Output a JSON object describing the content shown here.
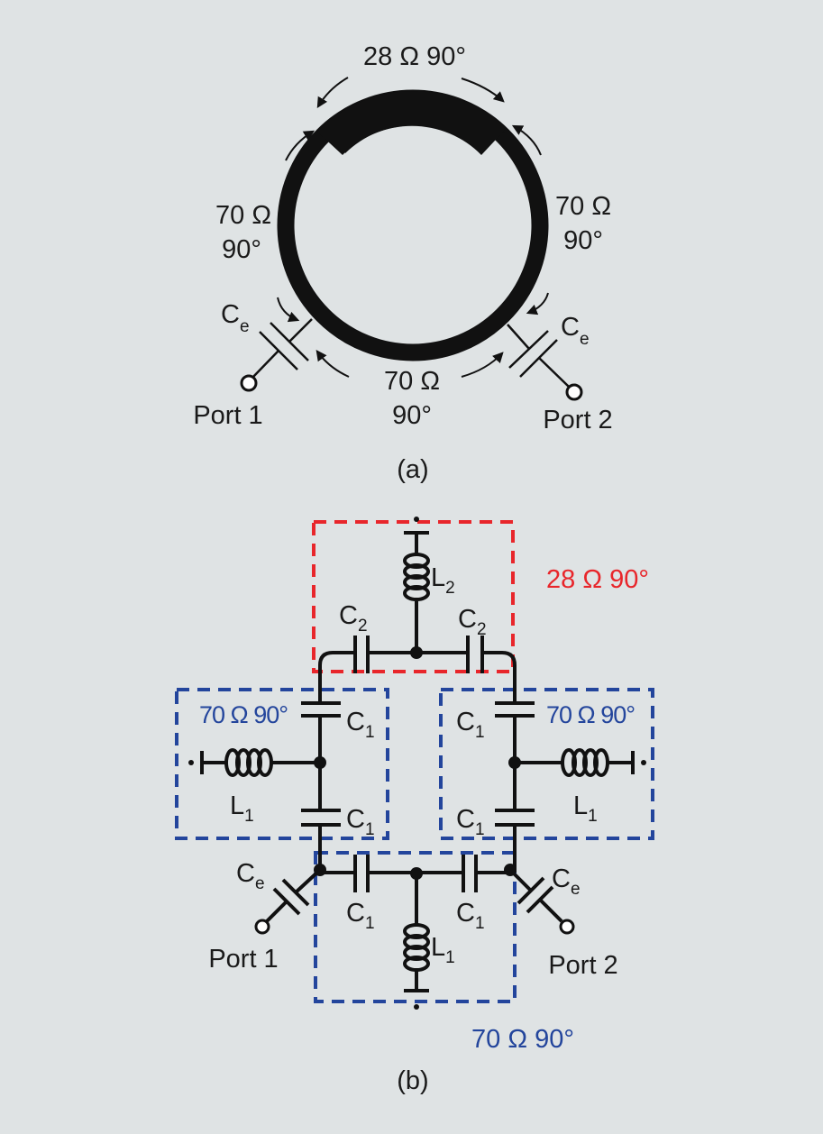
{
  "colors": {
    "background": "#dfe3e4",
    "red": "#e8262b",
    "blue": "#23459c",
    "ink": "#111111"
  },
  "a": {
    "caption": "(a)",
    "top_label": "28 Ω 90°",
    "left_label_1": "70 Ω",
    "left_label_2": "90°",
    "right_label_1": "70 Ω",
    "right_label_2": "90°",
    "bottom_label_1": "70 Ω",
    "bottom_label_2": "90°",
    "ce": "C",
    "ce_sub": "e",
    "port1": "Port 1",
    "port2": "Port 2"
  },
  "b": {
    "caption": "(b)",
    "red_label": "28 Ω 90°",
    "blue_left_label": "70 Ω 90°",
    "blue_right_label": "70 Ω 90°",
    "blue_bottom_label": "70 Ω 90°",
    "c": "C",
    "l": "L",
    "sub1": "1",
    "sub2": "2",
    "sube": "e",
    "port1": "Port 1",
    "port2": "Port 2"
  }
}
